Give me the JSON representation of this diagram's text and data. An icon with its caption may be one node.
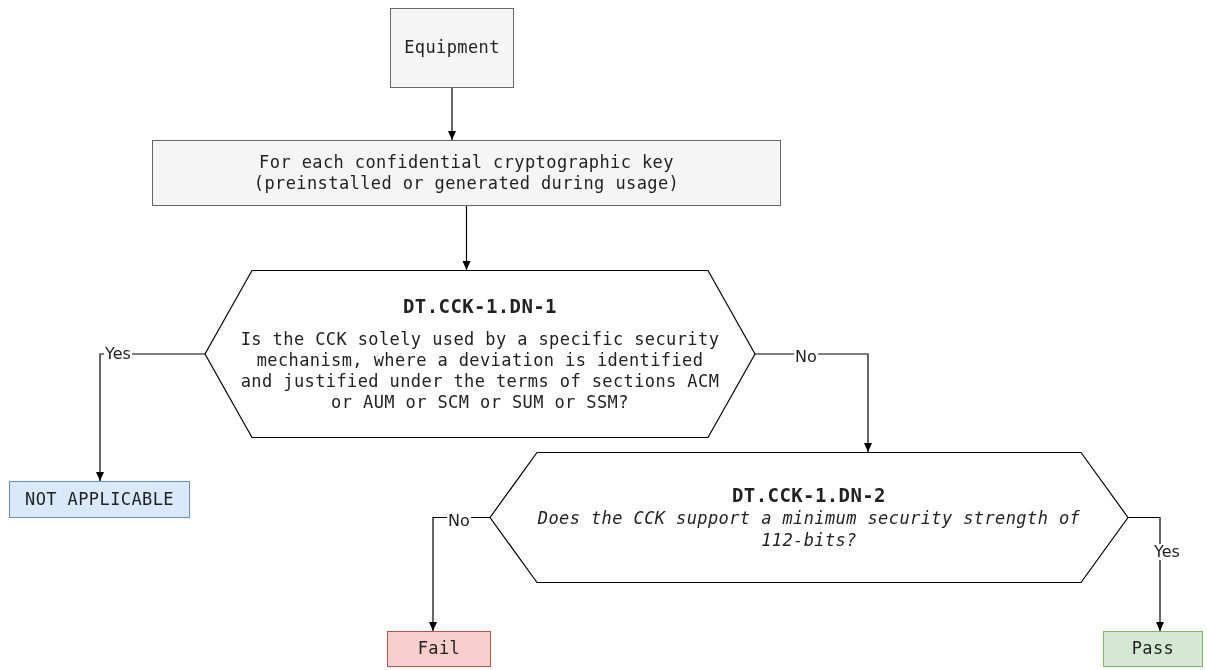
{
  "diagram": {
    "nodes": [
      {
        "text": [
          "Equipment"
        ]
      },
      {
        "text": [
          "For each confidential cryptographic key (preinstalled or generated during usage)"
        ]
      },
      {
        "text": [
          "DT.CCK-1.DN-1",
          "Is the CCK solely used by a specific security mechanism, where a deviation is identified and justified under the terms of sections ACM or AUM or SCM or SUM or SSM?"
        ]
      },
      {
        "text": [
          "DT.CCK-1.DN-2",
          "Does the CCK support a minimum security strength of 112-bits?"
        ]
      },
      {
        "text": [
          "NOT APPLICABLE"
        ]
      },
      {
        "text": [
          "Fail"
        ]
      },
      {
        "text": [
          "Pass"
        ]
      }
    ],
    "edges": [
      {
        "from": 0,
        "to": 1,
        "arrow": "to"
      },
      {
        "from": 1,
        "to": 2,
        "arrow": "to"
      },
      {
        "from": 2,
        "to": 4,
        "arrow": "to",
        "label": "Yes"
      },
      {
        "from": 2,
        "to": 3,
        "arrow": "to",
        "label": "No"
      },
      {
        "from": 3,
        "to": 5,
        "arrow": "to",
        "label": "No"
      },
      {
        "from": 3,
        "to": 6,
        "arrow": "to",
        "label": "Yes"
      }
    ]
  }
}
